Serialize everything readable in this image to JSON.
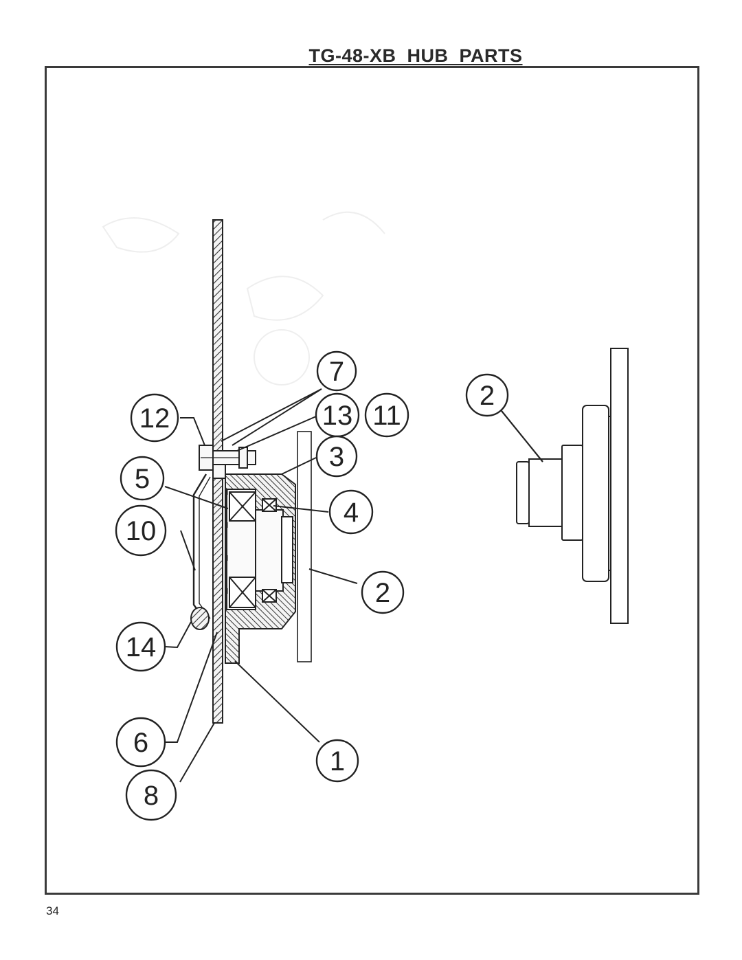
{
  "page": {
    "title": "TG-48-XB  HUB  PARTS",
    "page_number": "34"
  },
  "callouts": {
    "c1": "1",
    "c2a": "2",
    "c2b": "2",
    "c3": "3",
    "c4": "4",
    "c5": "5",
    "c6": "6",
    "c7": "7",
    "c8": "8",
    "c10": "10",
    "c11": "11",
    "c12": "12",
    "c13": "13",
    "c14": "14"
  },
  "colors": {
    "ink": "#222222",
    "frame": "#3a3a3a",
    "hatch": "#333333"
  }
}
